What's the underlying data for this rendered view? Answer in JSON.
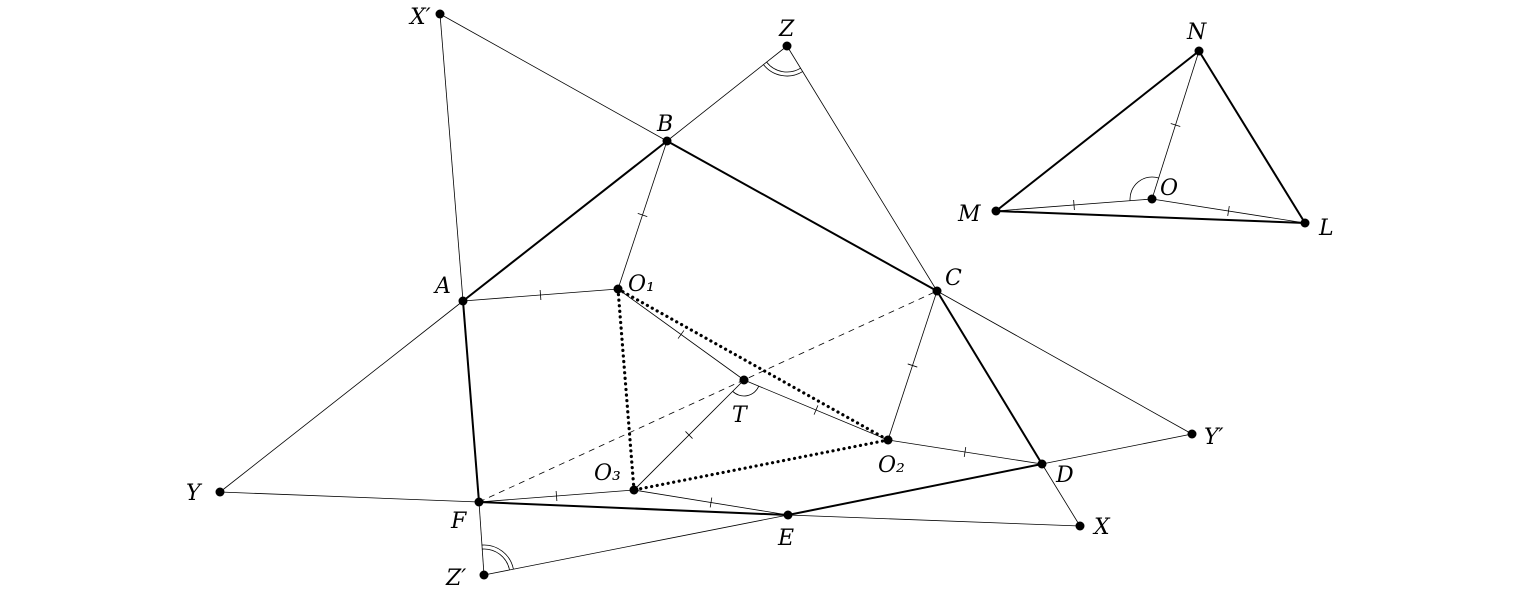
{
  "diagram": {
    "labels": {
      "Xp": "X′",
      "Z": "Z",
      "B": "B",
      "A": "A",
      "O1": "O₁",
      "C": "C",
      "T": "T",
      "O2": "O₂",
      "D": "D",
      "Yp": "Y′",
      "Y": "Y",
      "F": "F",
      "O3": "O₃",
      "E": "E",
      "X": "X",
      "Zp": "Z′",
      "N": "N",
      "O": "O",
      "M": "M",
      "L": "L"
    }
  }
}
